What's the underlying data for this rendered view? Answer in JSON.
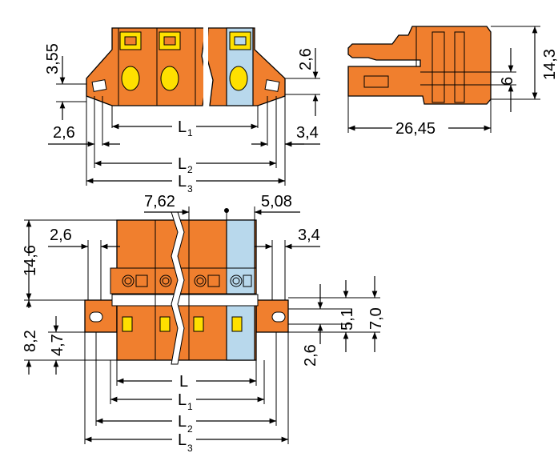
{
  "dimensions": {
    "top_left_h": "3,55",
    "top_right_h": "2,6",
    "top_left_w": "2,6",
    "top_right_w": "3,4",
    "side_height": "14,3",
    "side_inner": "6",
    "side_length": "26,45",
    "pitch_a": "7,62",
    "pitch_b": "5,08",
    "front_left_w": "2,6",
    "front_right_w": "3,4",
    "front_height": "14,6",
    "front_low": "8,2",
    "front_low2": "4,7",
    "front_right_a": "5,1",
    "front_right_b": "7,0",
    "front_right_c": "2,6"
  },
  "labels": {
    "L": "L",
    "L1_main": "L",
    "L1_sub": "1",
    "L2_main": "L",
    "L2_sub": "2",
    "L3_main": "L",
    "L3_sub": "3"
  },
  "colors": {
    "body": "#f07f2e",
    "light": "#b8d8ec",
    "window": "#ffe000",
    "line": "#000000"
  }
}
